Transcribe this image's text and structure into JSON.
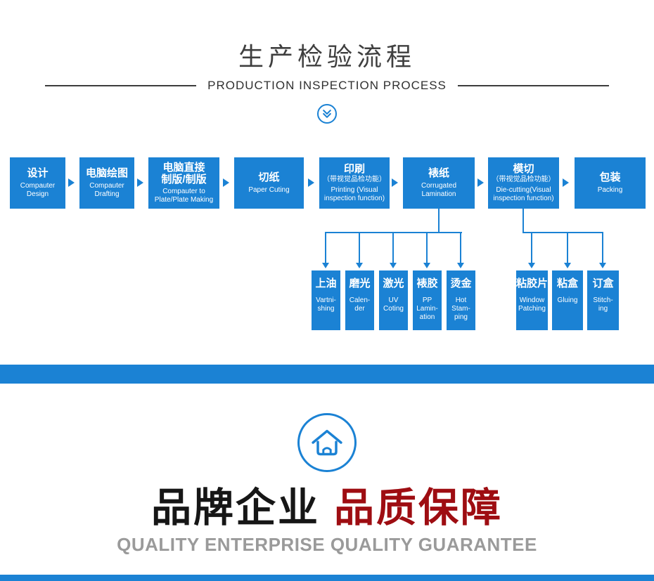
{
  "colors": {
    "blue": "#1b82d4",
    "red": "#9e0d12",
    "title_gray": "#3f3f3f",
    "caption_gray": "#9a9a9a"
  },
  "header": {
    "title": "生产检验流程",
    "subtitle": "PRODUCTION INSPECTION PROCESS"
  },
  "flow": {
    "main_steps": [
      {
        "cn": "设计",
        "en": "Compauter\nDesign"
      },
      {
        "cn": "电脑绘图",
        "en": "Compauter\nDrafting"
      },
      {
        "cn": "电脑直接\n制版/制版",
        "en": "Compauter to\nPlate/Plate Making"
      },
      {
        "cn": "切纸",
        "en": "Paper Cuting"
      },
      {
        "cn": "印刷",
        "cn_sub": "（带视觉品检功能）",
        "en": "Printing (Visual\ninspection function)"
      },
      {
        "cn": "裱纸",
        "en": "Corrugated\nLamination"
      },
      {
        "cn": "模切",
        "cn_sub": "（带视觉品检功能）",
        "en": "Die-cutting(Visual\ninspection function)"
      },
      {
        "cn": "包装",
        "en": "Packing"
      }
    ],
    "finishing_steps": [
      {
        "cn": "上油",
        "en": "Vartni-\nshing"
      },
      {
        "cn": "磨光",
        "en": "Calen-\nder"
      },
      {
        "cn": "激光",
        "en": "UV\nCoting"
      },
      {
        "cn": "裱胶",
        "en": "PP\nLamin-\nation"
      },
      {
        "cn": "烫金",
        "en": "Hot\nStam-\nping"
      }
    ],
    "diecut_steps": [
      {
        "cn": "粘胶片",
        "en": "Window\nPatching"
      },
      {
        "cn": "粘盒",
        "en": "Gluing"
      },
      {
        "cn": "订盒",
        "en": "Stitch-\ning"
      }
    ]
  },
  "footer": {
    "brand_black": "品牌企业",
    "brand_red": "品质保障",
    "caption": "QUALITY ENTERPRISE QUALITY GUARANTEE"
  }
}
